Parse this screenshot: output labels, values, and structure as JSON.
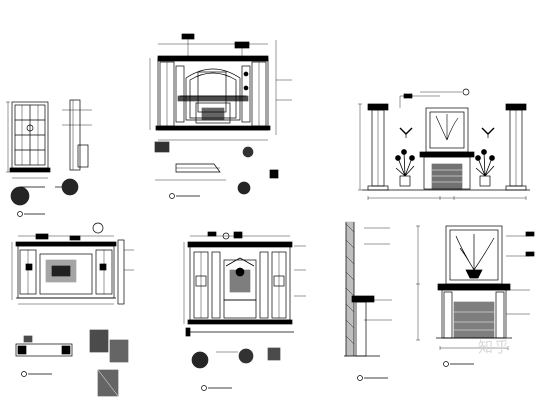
{
  "drawing": {
    "watermark": "知乎",
    "panels": [
      {
        "id": "door-elevation"
      },
      {
        "id": "paneled-wall-elevation-upper"
      },
      {
        "id": "fireplace-wall-elevation"
      },
      {
        "id": "media-wall-elevation"
      },
      {
        "id": "paneled-wall-elevation-lower"
      },
      {
        "id": "fireplace-section-elevation"
      }
    ]
  }
}
